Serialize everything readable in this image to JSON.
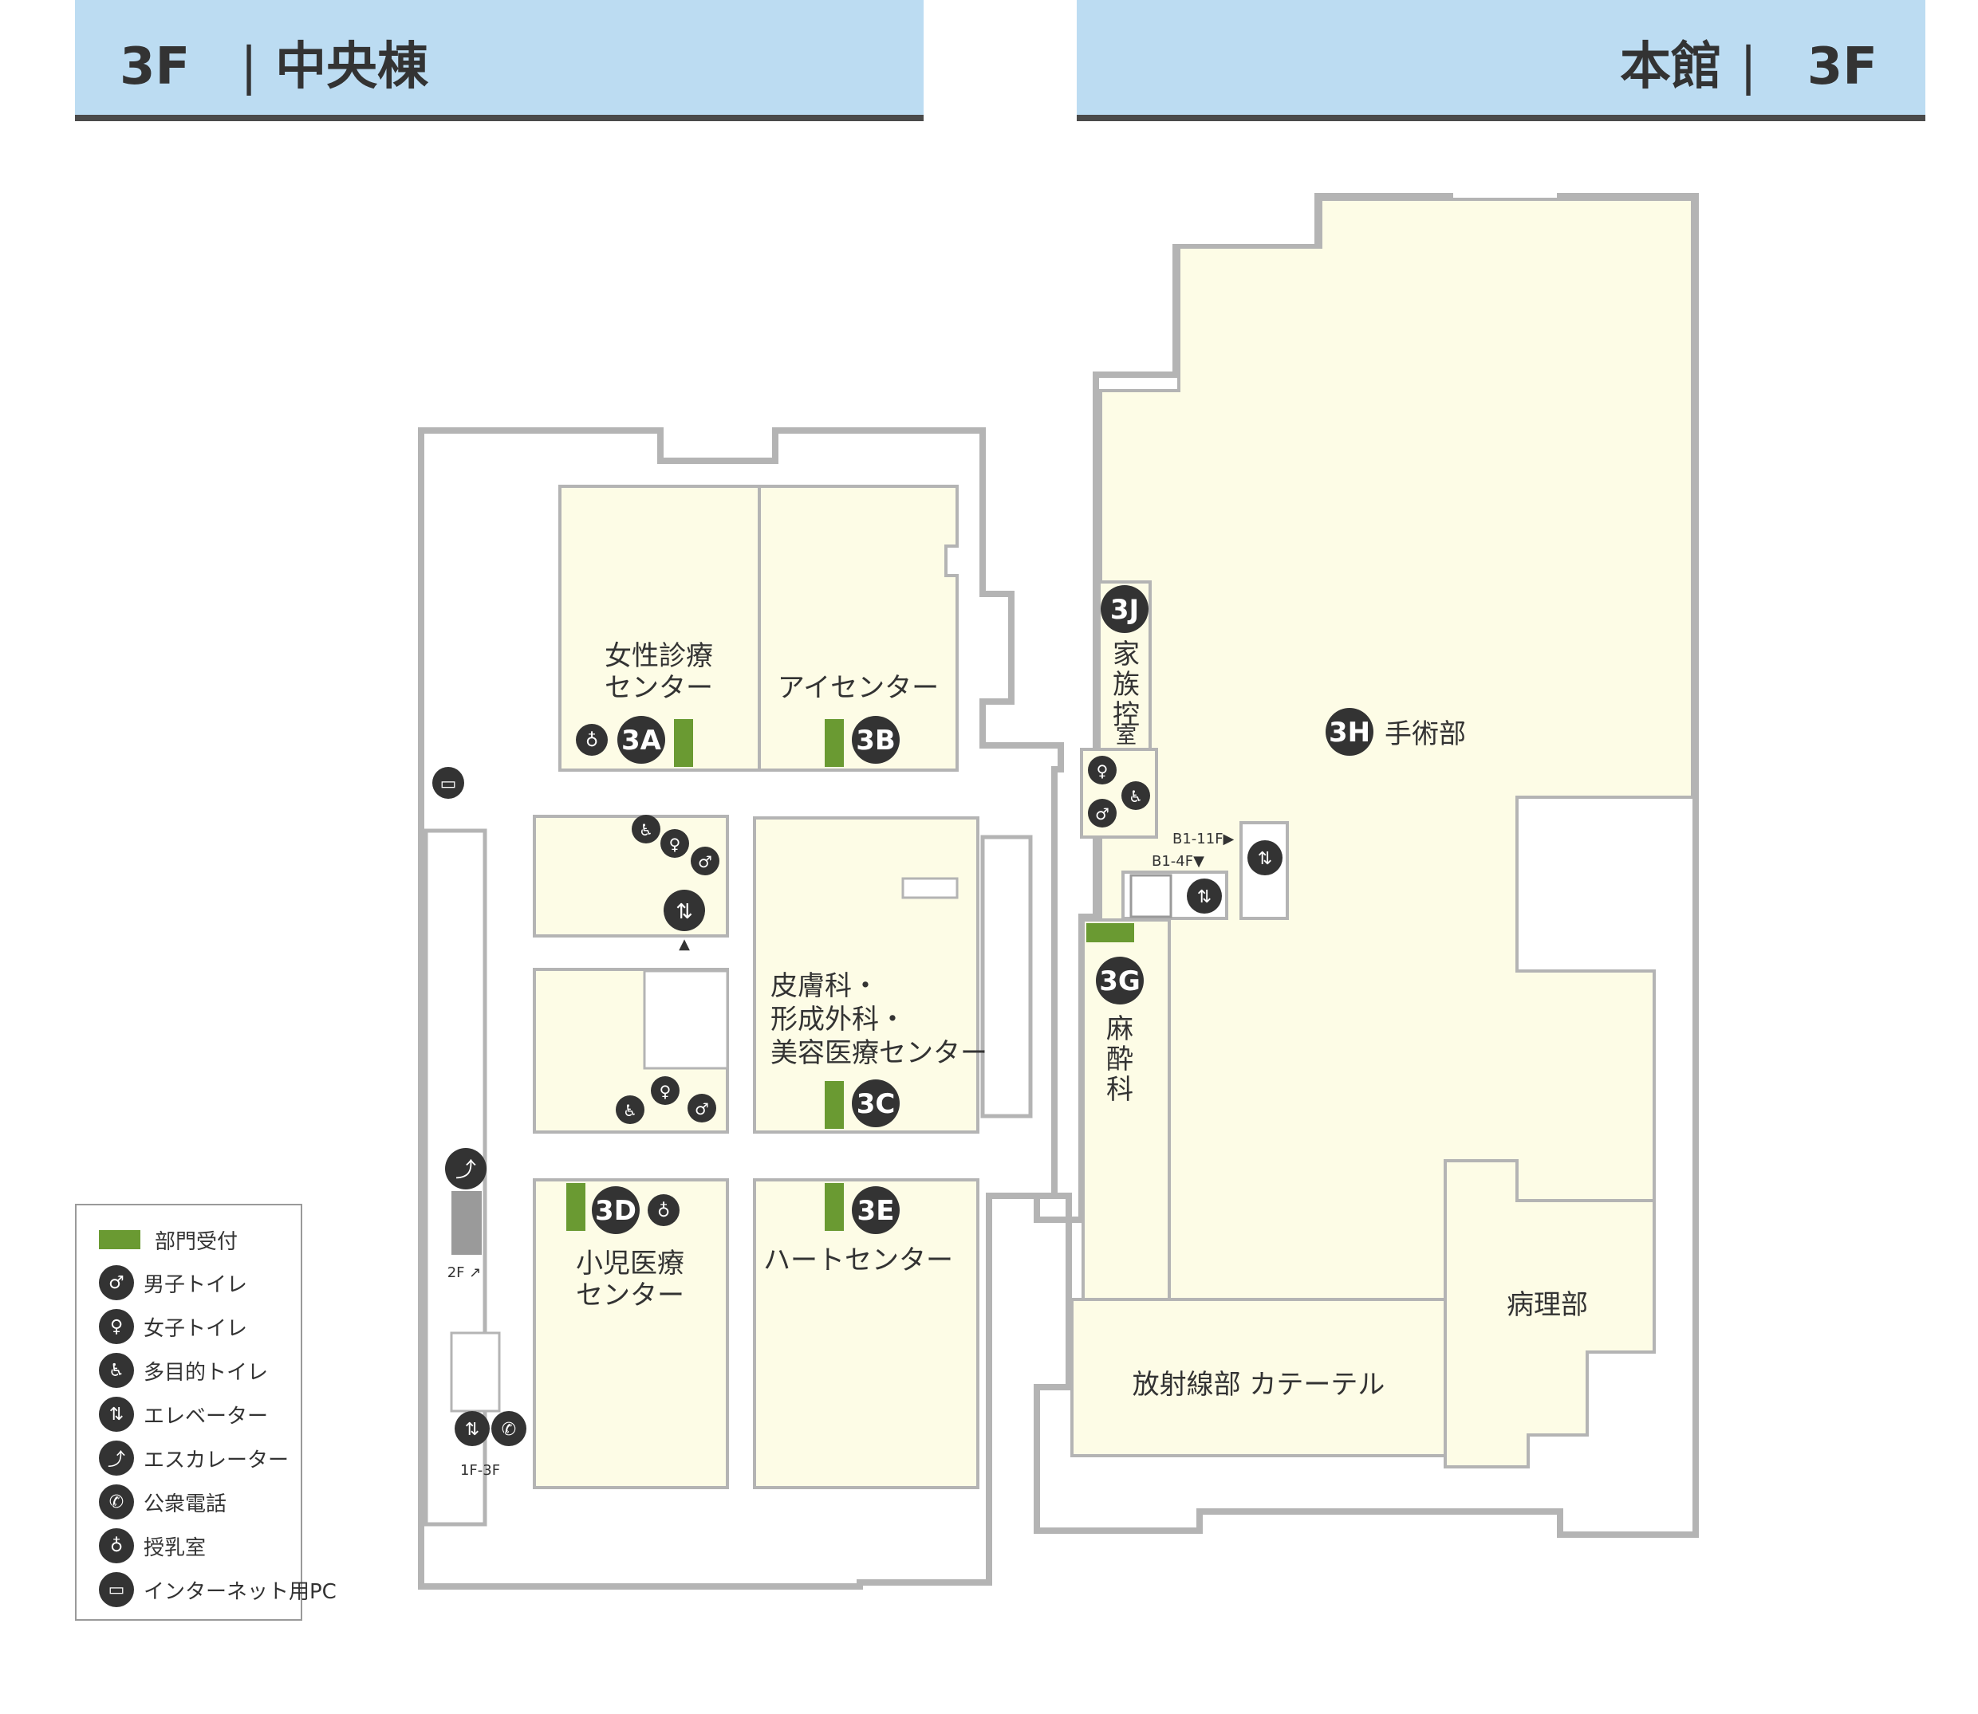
{
  "headers": {
    "left": {
      "floor": "3F",
      "building": "中央棟"
    },
    "right": {
      "building": "本館",
      "floor": "3F"
    }
  },
  "rooms": {
    "3A": {
      "code": "3A",
      "lines": [
        "女性診療",
        "センター"
      ]
    },
    "3B": {
      "code": "3B",
      "lines": [
        "アイセンター"
      ]
    },
    "3C": {
      "code": "3C",
      "lines": [
        "皮膚科・",
        "形成外科・",
        "美容医療センター"
      ]
    },
    "3D": {
      "code": "3D",
      "lines": [
        "小児医療",
        "センター"
      ]
    },
    "3E": {
      "code": "3E",
      "lines": [
        "ハートセンター"
      ]
    },
    "3G": {
      "code": "3G",
      "lines": [
        "麻",
        "酔",
        "科"
      ]
    },
    "3H": {
      "code": "3H",
      "lines": [
        "手術部"
      ]
    },
    "3J": {
      "code": "3J",
      "lines": [
        "家",
        "族",
        "控",
        "室"
      ]
    },
    "pathology": {
      "lines": [
        "病理部"
      ]
    },
    "radiology": {
      "lines": [
        "放射線部 カテーテル"
      ]
    }
  },
  "markers": {
    "elev_main_upper": "B1-11F▶",
    "elev_main_lower": "B1-4F▼",
    "esc_2f": "2F ↗",
    "stairs_1f3f": "1F-3F"
  },
  "legend": [
    {
      "icon": "reception-swatch",
      "label": "部門受付"
    },
    {
      "icon": "male-toilet-icon",
      "label": "男子トイレ"
    },
    {
      "icon": "female-toilet-icon",
      "label": "女子トイレ"
    },
    {
      "icon": "accessible-toilet-icon",
      "label": "多目的トイレ"
    },
    {
      "icon": "elevator-icon",
      "label": "エレベーター"
    },
    {
      "icon": "escalator-icon",
      "label": "エスカレーター"
    },
    {
      "icon": "phone-icon",
      "label": "公衆電話"
    },
    {
      "icon": "nursing-room-icon",
      "label": "授乳室"
    },
    {
      "icon": "internet-pc-icon",
      "label": "インターネット用PC"
    }
  ],
  "colors": {
    "banner": "#bcdcf2",
    "room_fill": "#fdfce6",
    "wall": "#b4b4b4",
    "reception": "#6a9a32",
    "badge": "#333333"
  }
}
